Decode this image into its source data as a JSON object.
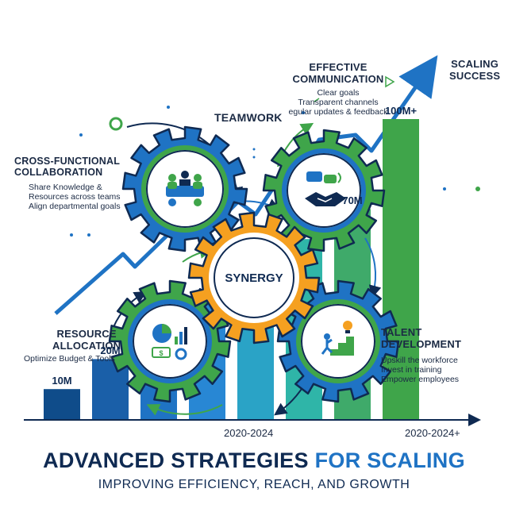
{
  "colors": {
    "navy": "#0f2a52",
    "blue": "#1f73c4",
    "green": "#3fa54a",
    "orange": "#f5a020",
    "teal": "#2fb5a8"
  },
  "chart_data": {
    "type": "bar",
    "values": [
      10,
      20,
      null,
      null,
      null,
      null,
      70,
      100
    ],
    "value_labels": [
      "10M",
      "20M",
      "",
      "",
      "",
      "",
      "70M",
      "100M+"
    ],
    "x_ticks": [
      "2020-2024",
      "2020-2024+"
    ]
  },
  "labels": {
    "scaling_success": [
      "SCALING",
      "SUCCESS"
    ],
    "teamwork": "TEAMWORK",
    "synergy": "SYNERGY"
  },
  "cross_functional": {
    "heading": [
      "CROSS-FUNCTIONAL",
      "COLLABORATION"
    ],
    "lines": [
      "Share Knowledge &",
      "Resources across teams",
      "Align departmental goals"
    ]
  },
  "effective_communication": {
    "heading": [
      "EFFECTIVE",
      "COMMUNICATION"
    ],
    "lines": [
      "Clear goals",
      "Transparent channels",
      "egular updates & feedback"
    ]
  },
  "resource_allocation": {
    "heading": [
      "RESOURCE",
      "ALLOCATION"
    ],
    "lines": [
      "Optimize Budget & Tools"
    ]
  },
  "talent_development": {
    "heading": [
      "TALENT",
      "DEVELOPMENT"
    ],
    "lines": [
      "Upskill the workforce",
      "Invest in training",
      "Empower employees"
    ]
  },
  "title": {
    "part1": "ADVANCED STRATEGIES ",
    "part2": "FOR SCALING"
  },
  "subtitle": "IMPROVING EFFICIENCY, REACH, AND GROWTH",
  "icons": [
    "team-meeting-icon",
    "chat-handshake-icon",
    "chart-money-gear-icon",
    "climbing-stairs-lightbulb-icon"
  ]
}
